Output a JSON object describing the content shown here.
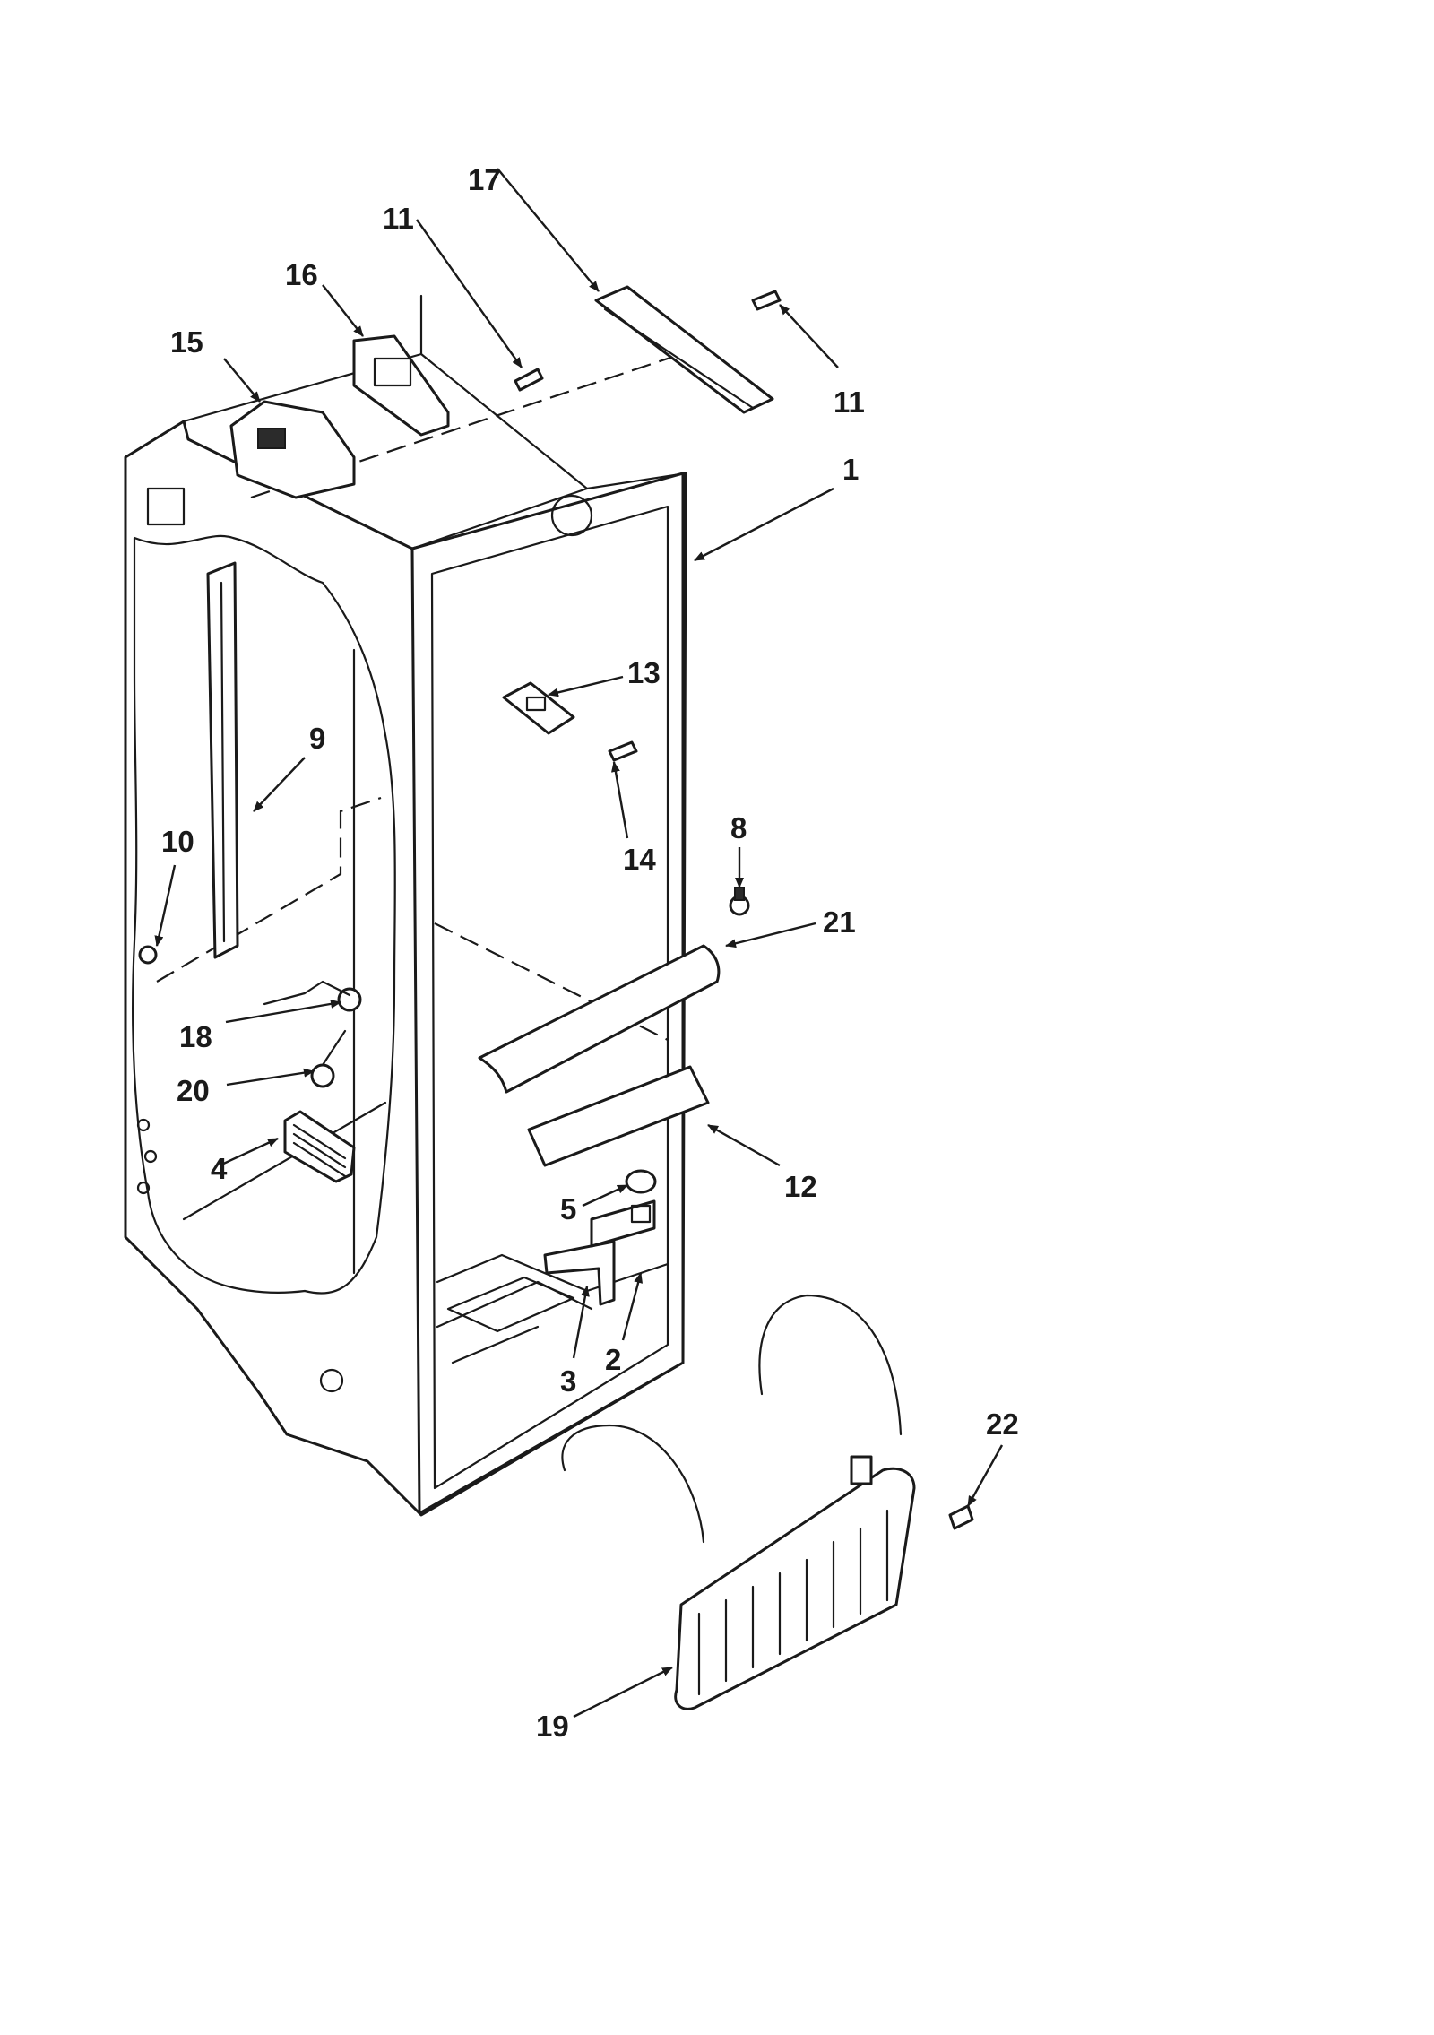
{
  "callouts": {
    "c1": "1",
    "c2": "2",
    "c3": "3",
    "c4": "4",
    "c5": "5",
    "c8": "8",
    "c9": "9",
    "c10": "10",
    "c11a": "11",
    "c11b": "11",
    "c12": "12",
    "c13": "13",
    "c14": "14",
    "c15": "15",
    "c16": "16",
    "c17": "17",
    "c18": "18",
    "c19": "19",
    "c20": "20",
    "c21": "21",
    "c22": "22"
  },
  "colors": {
    "line": "#1a1a1a",
    "background": "#ffffff"
  }
}
